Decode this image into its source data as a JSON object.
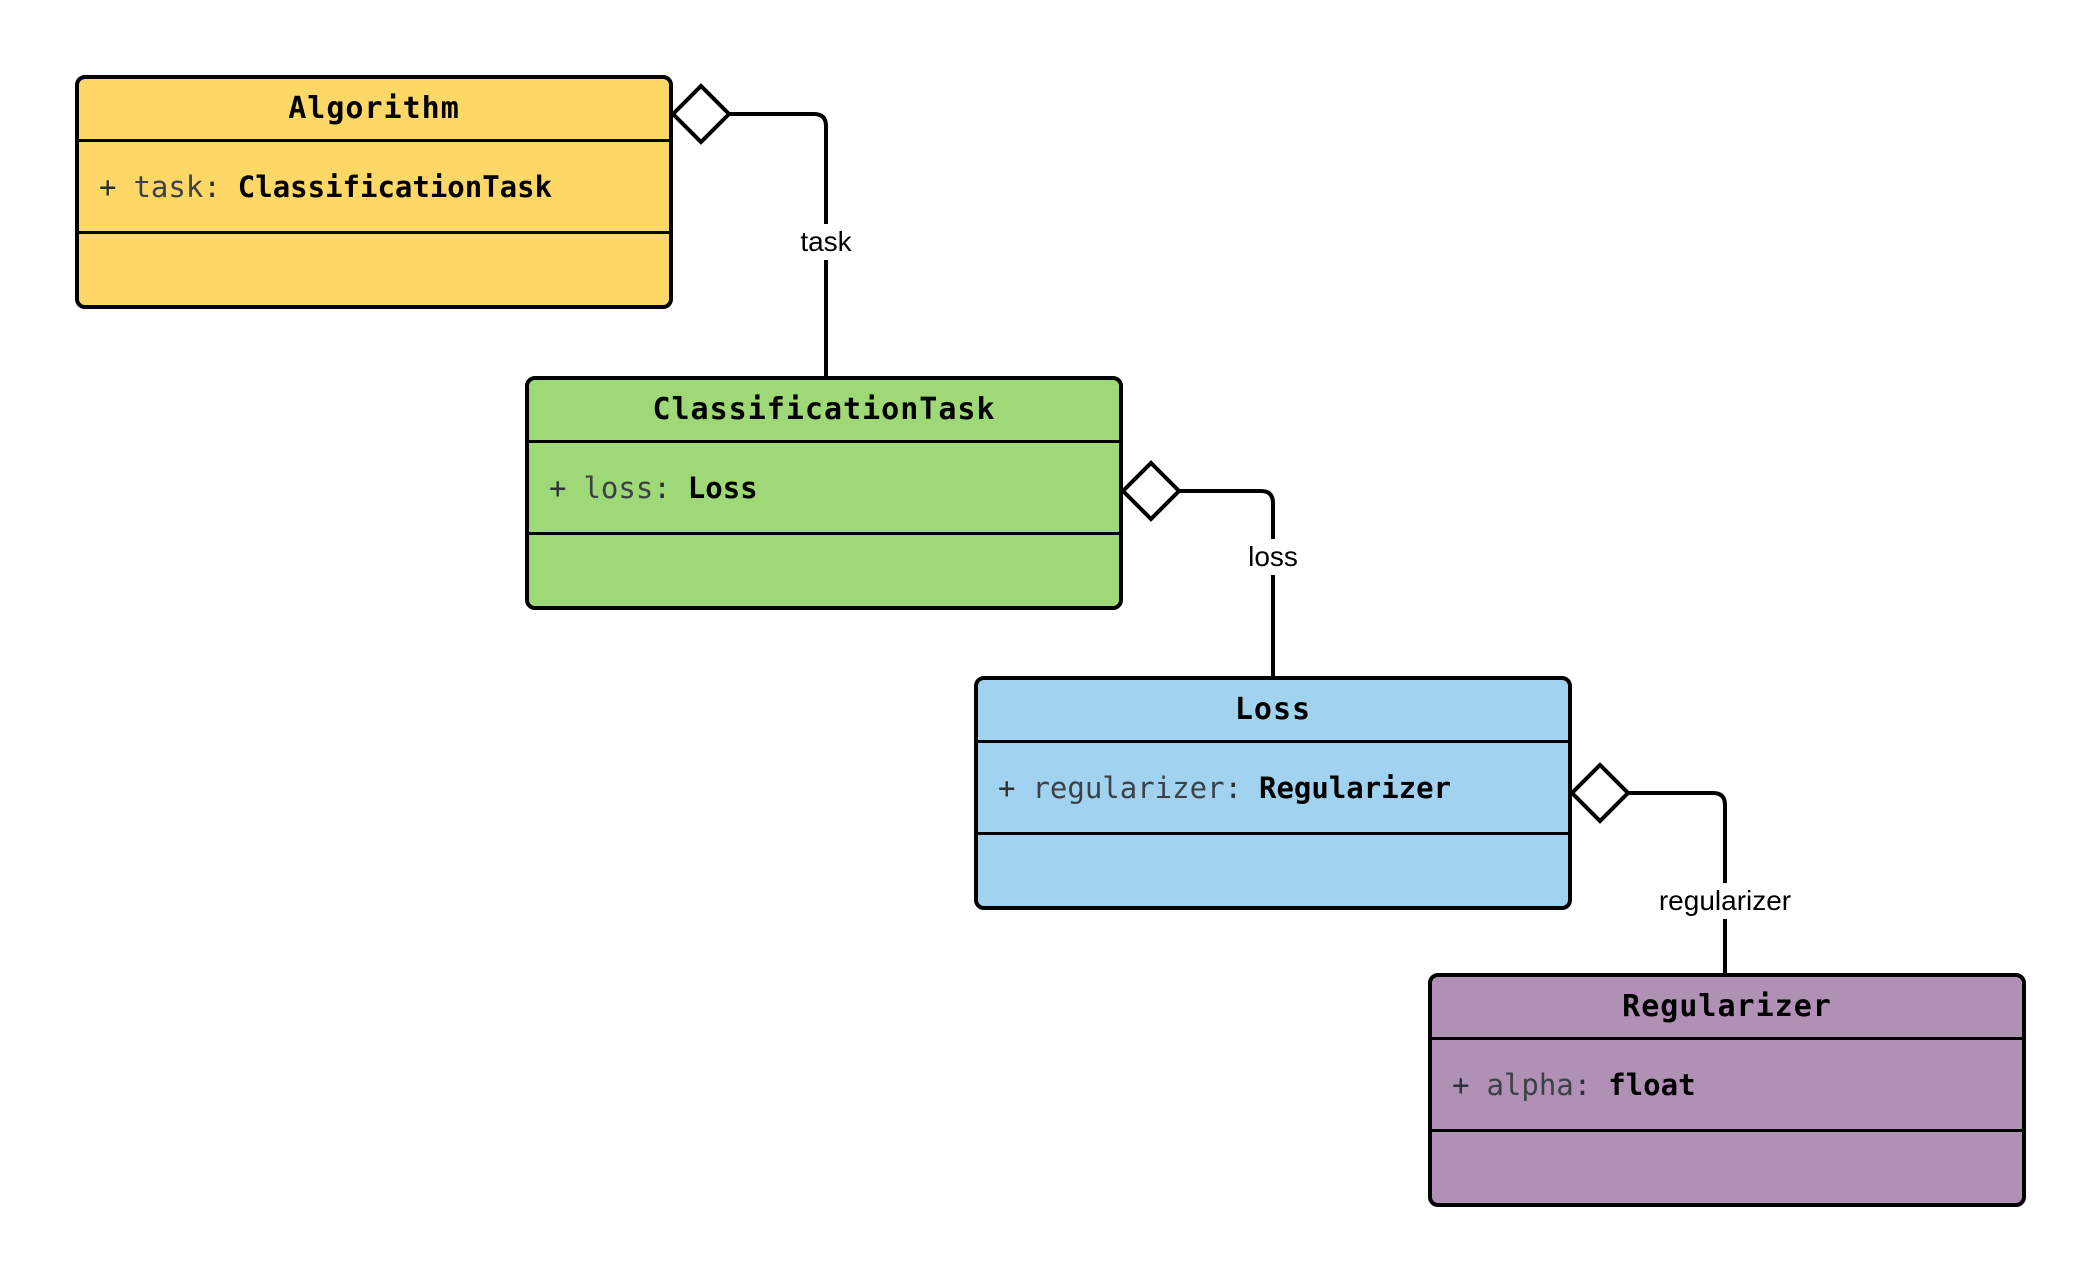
{
  "diagram": {
    "type": "uml-class-diagram",
    "classes": [
      {
        "name": "Algorithm",
        "fill": "#FDD867",
        "attribute": {
          "visibility": "+",
          "name": "task",
          "sep": ":",
          "type": "ClassificationTask"
        }
      },
      {
        "name": "ClassificationTask",
        "fill": "#9FD877",
        "attribute": {
          "visibility": "+",
          "name": "loss",
          "sep": ":",
          "type": "Loss"
        }
      },
      {
        "name": "Loss",
        "fill": "#A1D3F0",
        "attribute": {
          "visibility": "+",
          "name": "regularizer",
          "sep": ":",
          "type": "Regularizer"
        }
      },
      {
        "name": "Regularizer",
        "fill": "#B190B5",
        "attribute": {
          "visibility": "+",
          "name": "alpha",
          "sep": ":",
          "type": "float"
        }
      }
    ],
    "relations": [
      {
        "from": "Algorithm",
        "to": "ClassificationTask",
        "kind": "aggregation",
        "label": "task"
      },
      {
        "from": "ClassificationTask",
        "to": "Loss",
        "kind": "aggregation",
        "label": "loss"
      },
      {
        "from": "Loss",
        "to": "Regularizer",
        "kind": "aggregation",
        "label": "regularizer"
      }
    ],
    "colors": {
      "stroke": "#000000",
      "background": "#FFFFFF",
      "attr_name": "#3B4147",
      "edge_label": "#000000"
    }
  }
}
